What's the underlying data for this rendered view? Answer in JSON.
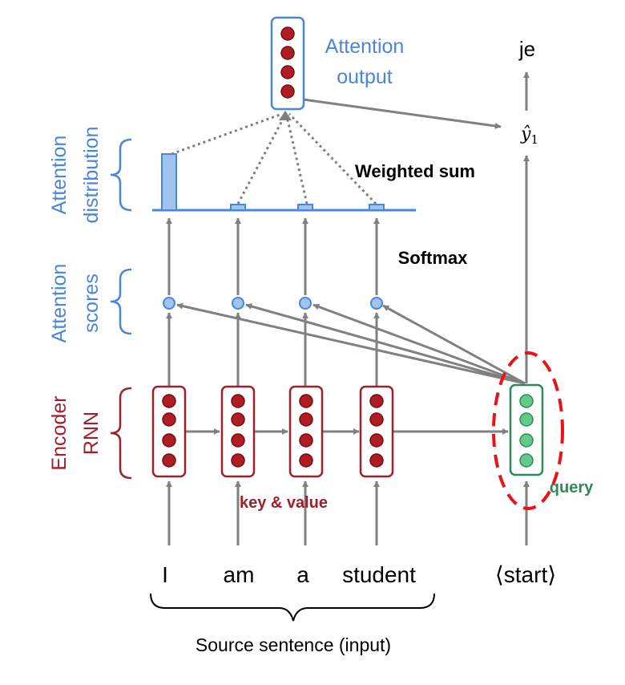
{
  "colors": {
    "encoder": "#a0202a",
    "encoder_fill": "#b01c22",
    "attention": "#4a86d9",
    "attention_fill": "#9fc4f0",
    "query": "#2e8a55",
    "query_fill": "#62c98a",
    "arrow": "#808080",
    "highlight": "#e8141a",
    "text": "#000000"
  },
  "labels": {
    "attention_output_line1": "Attention",
    "attention_output_line2": "output",
    "output_word": "je",
    "output_symbol": "ŷ",
    "output_subscript": "1",
    "weighted_sum": "Weighted sum",
    "softmax": "Softmax",
    "key_value": "key & value",
    "query": "query",
    "source_sentence": "Source sentence (input)"
  },
  "side_labels": {
    "attention_distribution": [
      "Attention",
      "distribution"
    ],
    "attention_scores": [
      "Attention",
      "scores"
    ],
    "encoder_rnn": [
      "Encoder",
      "RNN"
    ]
  },
  "source_tokens": [
    "I",
    "am",
    "a",
    "student"
  ],
  "decoder_input": "⟨start⟩",
  "attention_weights": [
    0.72,
    0.1,
    0.1,
    0.08
  ]
}
